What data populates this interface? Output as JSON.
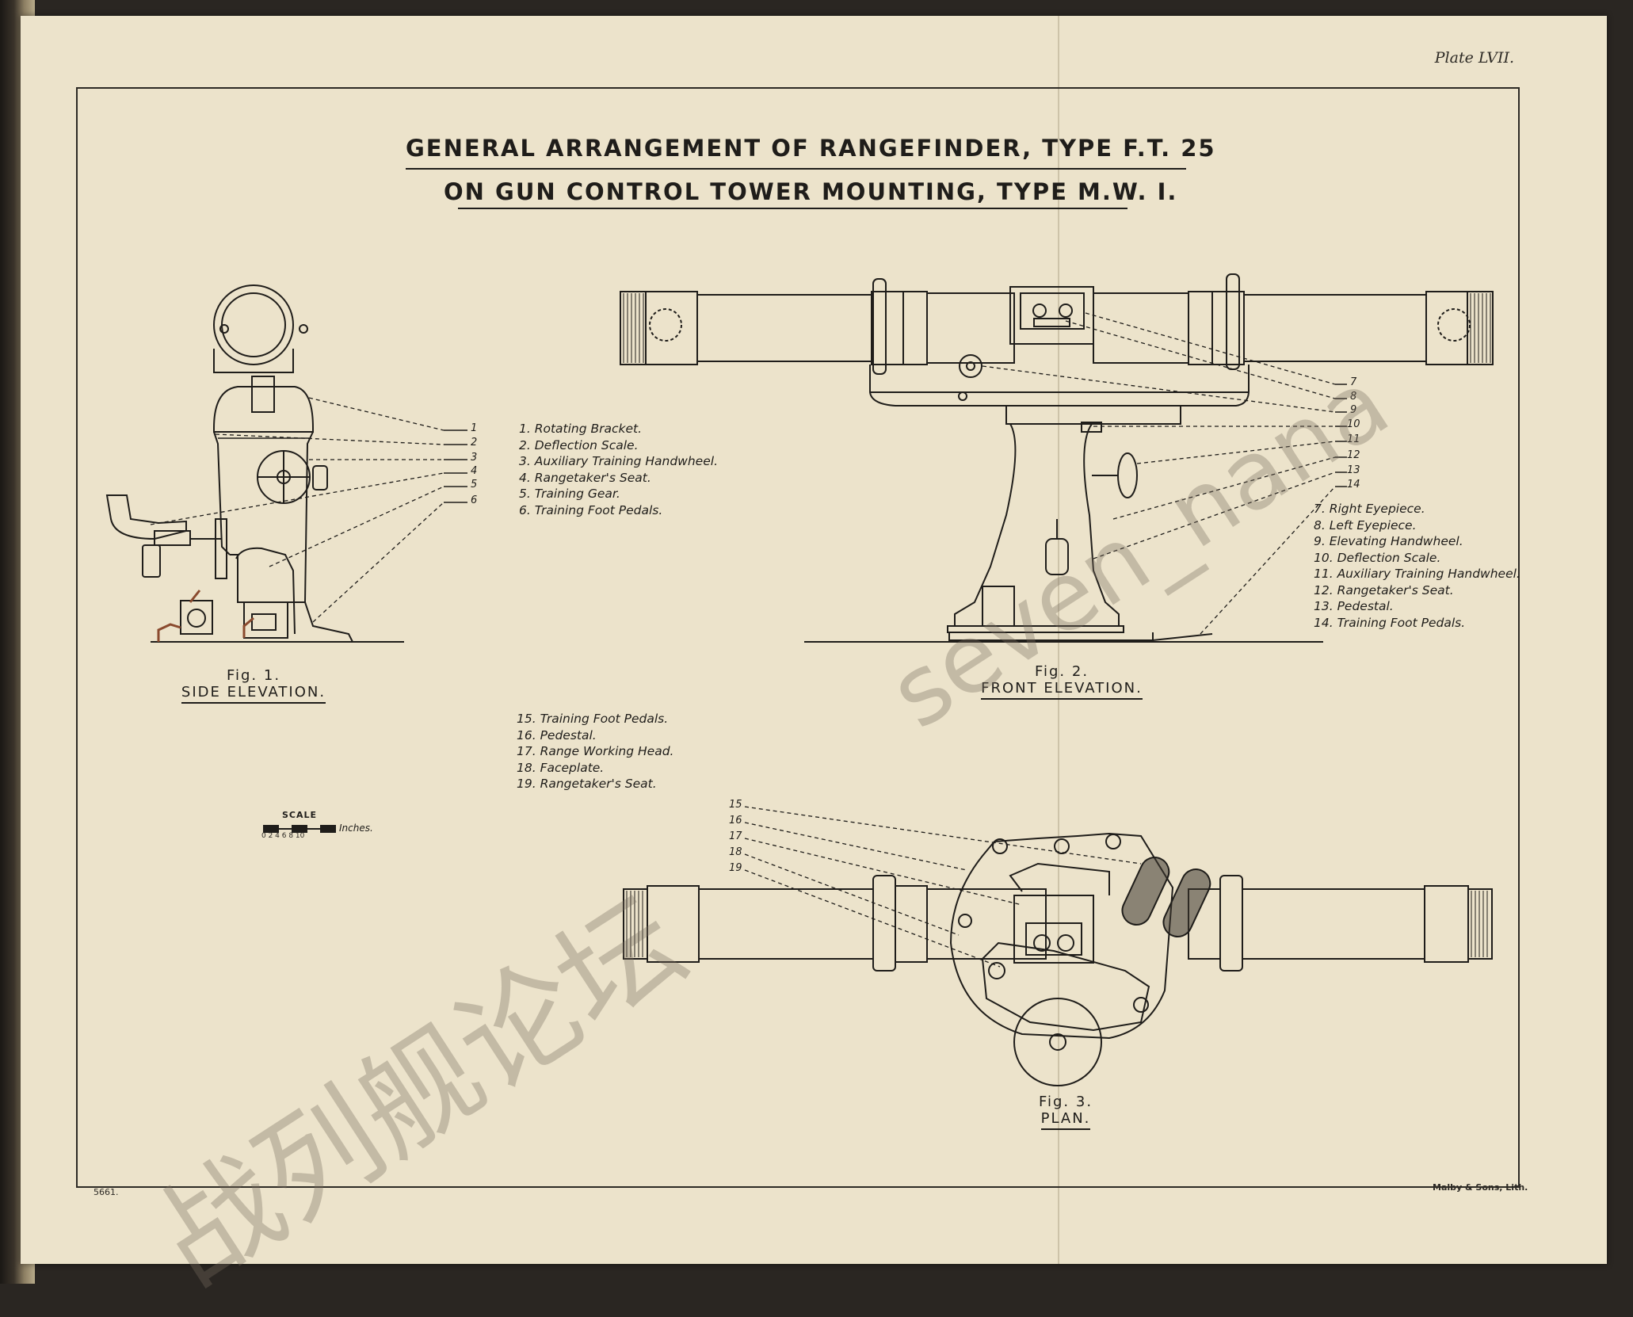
{
  "plate": "Plate LVII.",
  "title": {
    "line1": "GENERAL  ARRANGEMENT  OF  RANGEFINDER,  TYPE  F.T. 25",
    "line2": "ON  GUN  CONTROL  TOWER  MOUNTING,  TYPE  M.W. I."
  },
  "legend1": [
    "1.  Rotating Bracket.",
    "2.  Deflection Scale.",
    "3.  Auxiliary Training Handwheel.",
    "4.  Rangetaker's Seat.",
    "5.  Training Gear.",
    "6.  Training Foot Pedals."
  ],
  "legend2": [
    "7.  Right Eyepiece.",
    "8.  Left Eyepiece.",
    "9.  Elevating Handwheel.",
    "10. Deflection Scale.",
    "11. Auxiliary Training Handwheel.",
    "12. Rangetaker's Seat.",
    "13. Pedestal.",
    "14. Training Foot Pedals."
  ],
  "legend3": [
    "15. Training Foot Pedals.",
    "16. Pedestal.",
    "17. Range Working Head.",
    "18. Faceplate.",
    "19. Rangetaker's Seat."
  ],
  "fig1": {
    "num": "Fig. 1.",
    "caption": "SIDE  ELEVATION."
  },
  "fig2": {
    "num": "Fig. 2.",
    "caption": "FRONT  ELEVATION."
  },
  "fig3": {
    "num": "Fig. 3.",
    "caption": "PLAN."
  },
  "callouts_fig1": [
    "1",
    "2",
    "3",
    "4",
    "5",
    "6"
  ],
  "callouts_fig2": [
    "7",
    "8",
    "9",
    "10",
    "11",
    "12",
    "13",
    "14"
  ],
  "callouts_fig3": [
    "15",
    "16",
    "17",
    "18",
    "19"
  ],
  "scale": {
    "label": "SCALE",
    "ticks": "0  2  4  6  8  10",
    "unit": "Inches."
  },
  "printer": "Malby & Sons, Lith.",
  "sheet_no": "5661.",
  "watermark": {
    "cn": "战列舰论坛",
    "latin": "seven_nana"
  },
  "colors": {
    "paper": "#ece3cb",
    "ink": "#1f1d1a",
    "copper": "#8a4a2e"
  }
}
